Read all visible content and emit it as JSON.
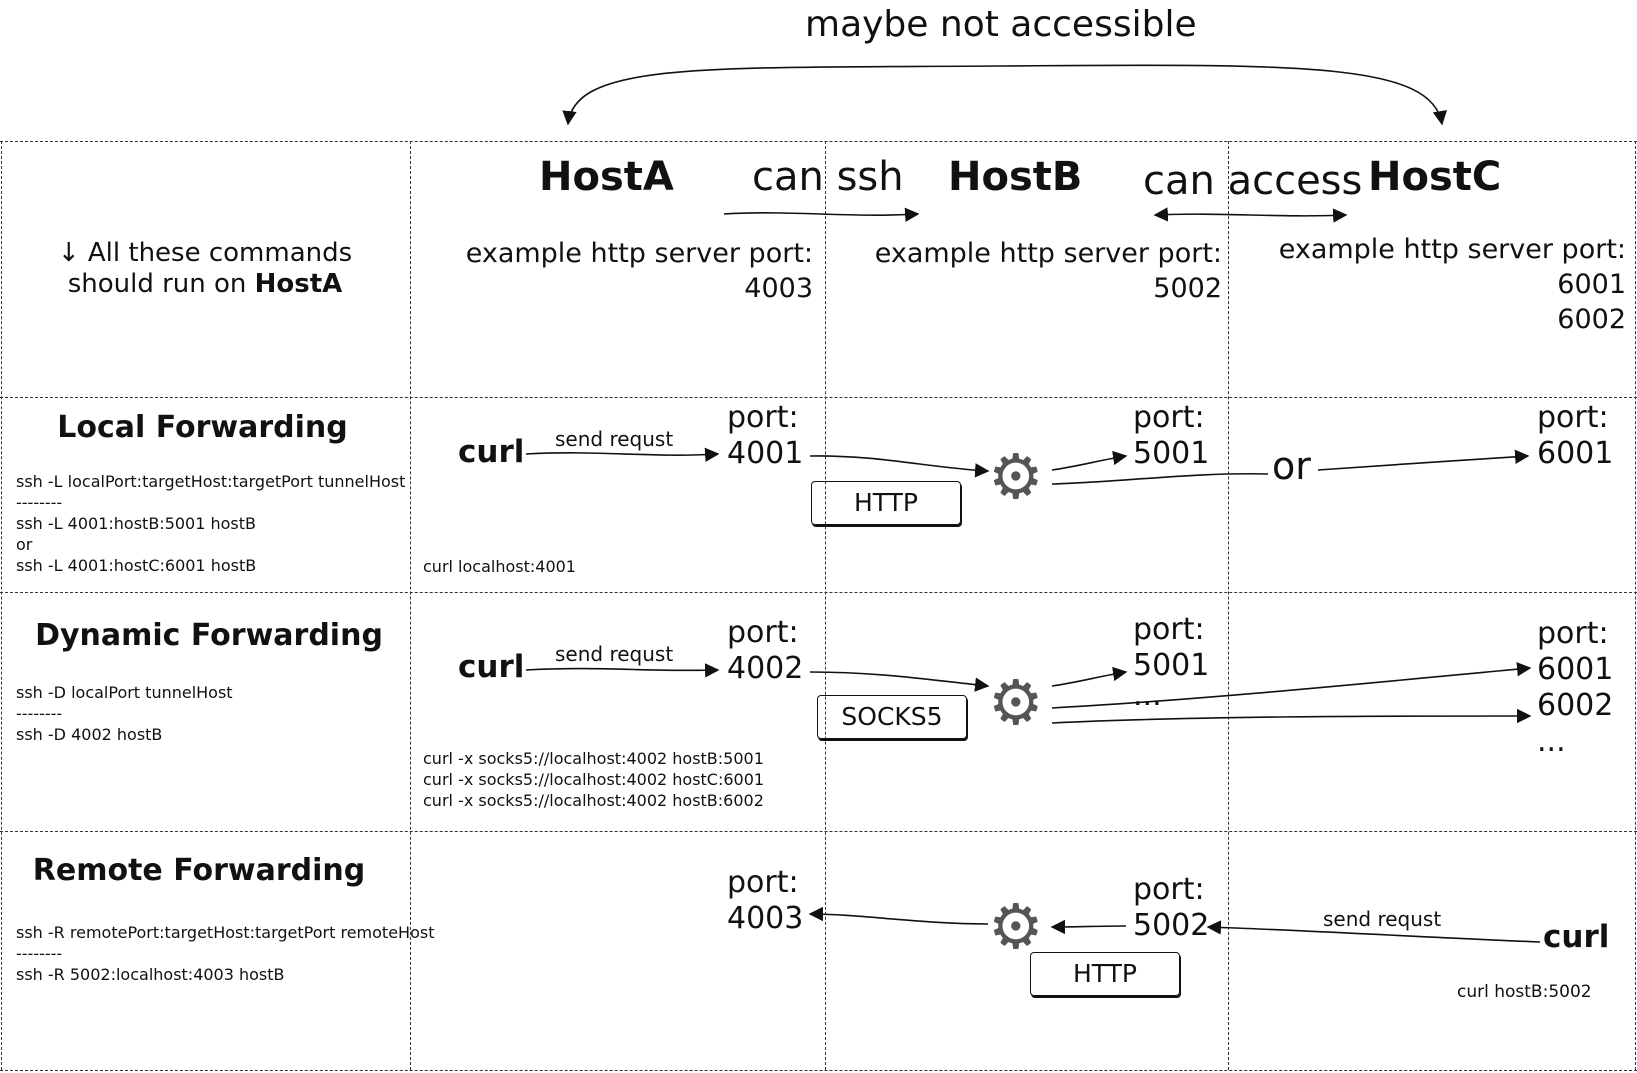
{
  "title": "maybe not accessible",
  "hosts": {
    "a": {
      "name": "HostA",
      "server_label": "example http server port:",
      "ports": [
        "4003"
      ]
    },
    "b": {
      "name": "HostB",
      "server_label": "example http server port:",
      "ports": [
        "5002"
      ]
    },
    "c": {
      "name": "HostC",
      "server_label": "example http server port:",
      "ports": [
        "6001",
        "6002"
      ]
    }
  },
  "relations": {
    "ab": "can ssh",
    "bc": "can access"
  },
  "intro": {
    "line1": "↓ All these commands",
    "line2_prefix": "should run on ",
    "line2_bold": "HostA"
  },
  "icons": {
    "gear": "gear-icon"
  },
  "local": {
    "title": "Local Forwarding",
    "commands": [
      "ssh -L localPort:targetHost:targetPort tunnelHost",
      "--------",
      "ssh -L 4001:hostB:5001 hostB",
      "or",
      "ssh -L 4001:hostC:6001 hostB"
    ],
    "curl_label": "curl",
    "send_label": "send requst",
    "port_label": "port:",
    "hostA_port": "4001",
    "hostB_port": "5001",
    "hostC_port": "6001",
    "or_label": "or",
    "protocol": "HTTP",
    "curl_command": "curl localhost:4001"
  },
  "dynamic": {
    "title": "Dynamic Forwarding",
    "commands": [
      "ssh -D localPort tunnelHost",
      "--------",
      "ssh -D 4002 hostB"
    ],
    "curl_label": "curl",
    "send_label": "send requst",
    "port_label": "port:",
    "hostA_port": "4002",
    "hostB_ports": [
      "5001",
      "..."
    ],
    "hostC_ports": [
      "6001",
      "6002",
      "..."
    ],
    "protocol": "SOCKS5",
    "curl_commands": [
      "curl -x socks5://localhost:4002 hostB:5001",
      "curl -x socks5://localhost:4002 hostC:6001",
      "curl -x socks5://localhost:4002 hostB:6002"
    ]
  },
  "remote": {
    "title": "Remote Forwarding",
    "commands": [
      "ssh -R remotePort:targetHost:targetPort remoteHost",
      "--------",
      "ssh -R 5002:localhost:4003 hostB"
    ],
    "port_label": "port:",
    "hostA_port": "4003",
    "hostB_port": "5002",
    "protocol": "HTTP",
    "send_label": "send requst",
    "curl_label": "curl",
    "curl_command": "curl hostB:5002"
  }
}
